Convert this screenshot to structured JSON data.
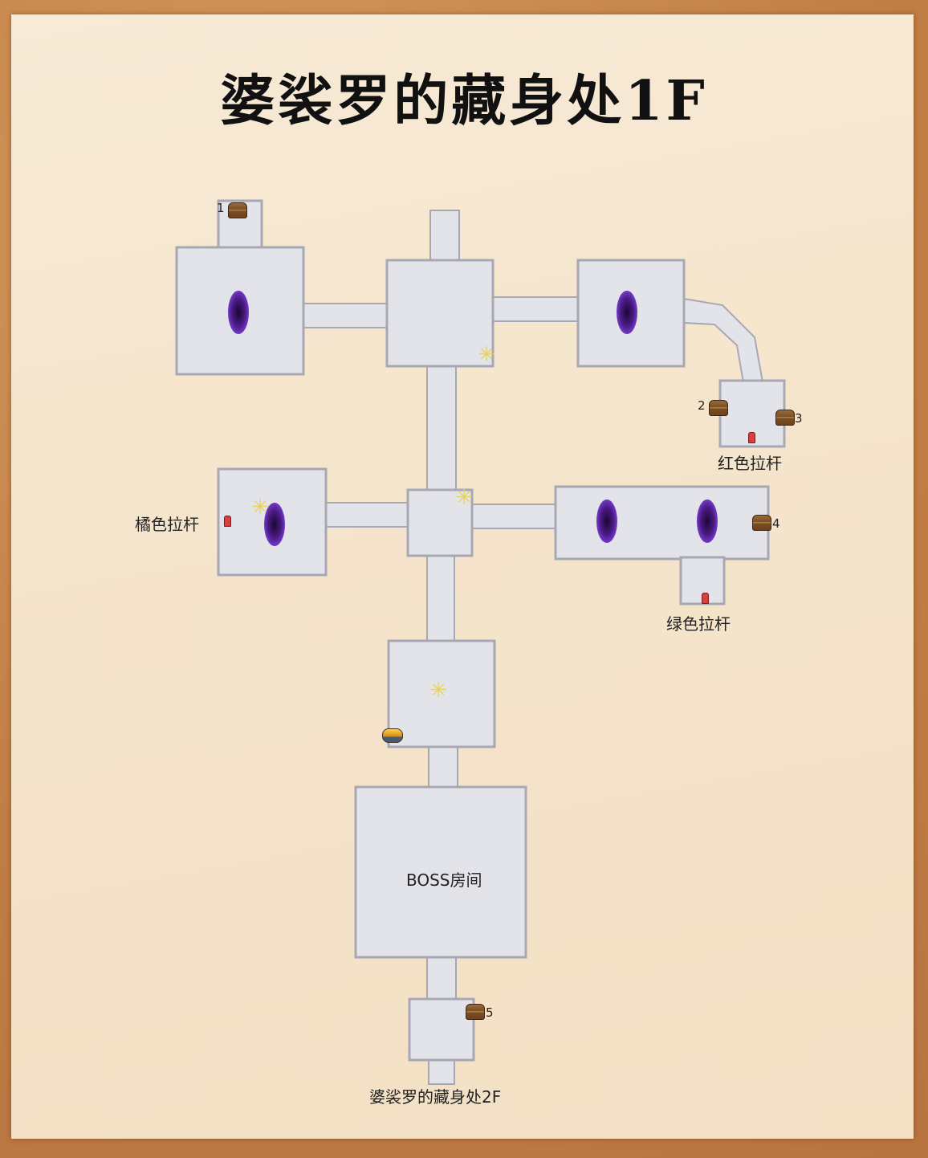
{
  "title": "婆裟罗的藏身处1F",
  "labels": {
    "red_lever": "红色拉杆",
    "orange_lever": "橘色拉杆",
    "green_lever": "绿色拉杆",
    "boss_room": "BOSS房间",
    "exit": "婆裟罗的藏身处2F"
  },
  "chests": [
    "1",
    "2",
    "3",
    "4",
    "5"
  ],
  "icons": {
    "chest": "treasure-chest-icon",
    "lever": "lever-icon",
    "portal": "portal-icon",
    "sparkle": "sparkle-icon",
    "item": "gauntlet-icon"
  },
  "colors": {
    "paper": "#f5e5cc",
    "floor": "#e3e3ea",
    "wall": "#a8a8b4",
    "portal": "#4b1a86",
    "lever": "#d84040"
  }
}
